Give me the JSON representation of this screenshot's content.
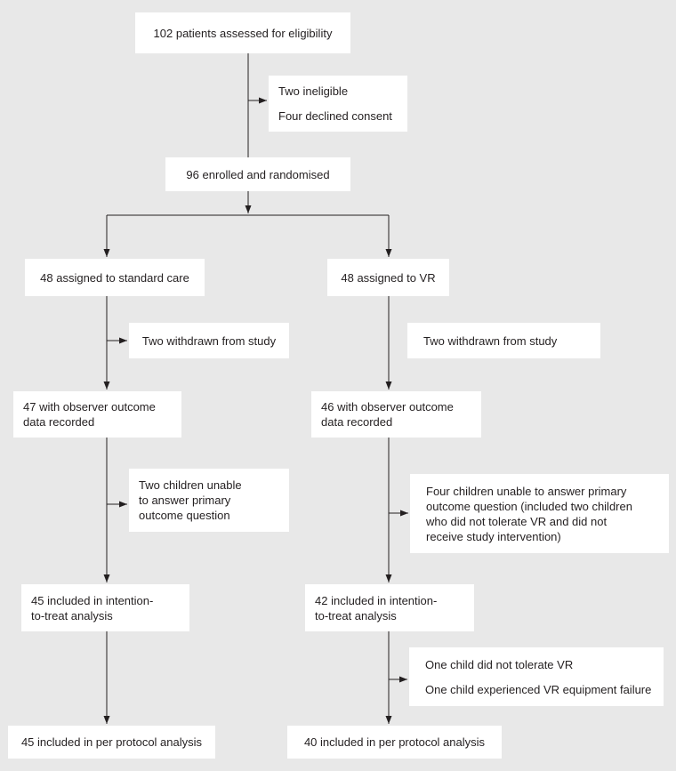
{
  "flow": {
    "assessed": "102 patients assessed for eligibility",
    "ineligible": {
      "line1": "Two ineligible",
      "line2": "Four declined consent"
    },
    "enrolled": "96 enrolled and randomised",
    "standard_care": {
      "assigned": "48 assigned to standard care",
      "withdrawn": "Two withdrawn from study",
      "observer": "47 with observer outcome\ndata recorded",
      "unable": "Two children unable\nto answer primary\noutcome question",
      "itt": "45 included in intention-\nto-treat analysis",
      "per_protocol": "45 included in per protocol analysis"
    },
    "vr": {
      "assigned": "48 assigned to VR",
      "withdrawn": "Two withdrawn from study",
      "observer": "46 with observer outcome\ndata recorded",
      "unable": "Four children unable to answer primary\noutcome question (included two children\nwho did not tolerate VR and did not\nreceive study intervention)",
      "itt": "42 included in intention-\nto-treat analysis",
      "not_tolerate": {
        "line1": "One child did not tolerate VR",
        "line2": "One child experienced VR equipment failure"
      },
      "per_protocol": "40 included in per protocol analysis"
    }
  },
  "colors": {
    "background": "#e8e8e8",
    "box_fill": "#ffffff",
    "text": "#231f20",
    "line": "#231f20"
  }
}
